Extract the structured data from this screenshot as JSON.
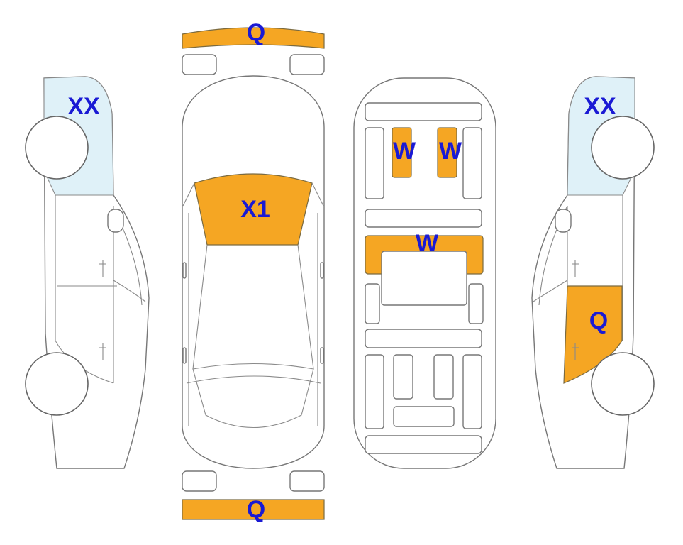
{
  "colors": {
    "damage": "#f5a623",
    "cold_zone": "#dff1f8",
    "outline": "#777777",
    "label": "#1a1ad4"
  },
  "labels": {
    "front_bumper": "Q",
    "rear_bumper": "Q",
    "windshield": "X1",
    "left_rear_window": "XX",
    "right_rear_window": "XX",
    "left_seat_a": "W",
    "left_seat_b": "W",
    "trunk_panel": "W",
    "right_rear_door": "Q"
  }
}
